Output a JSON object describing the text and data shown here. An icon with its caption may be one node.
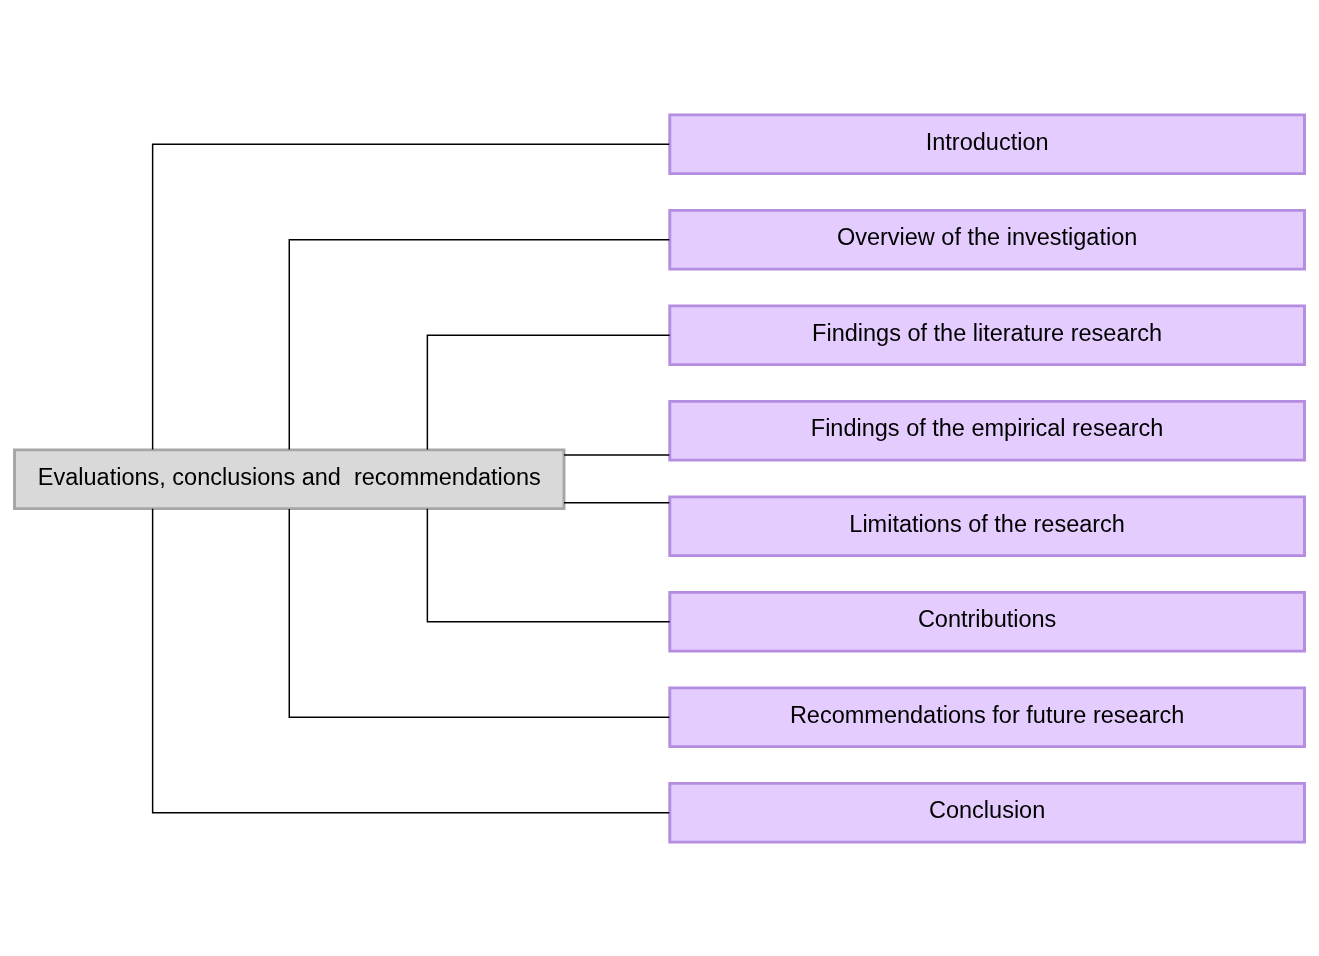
{
  "diagram": {
    "nodes": [
      {
        "text": [
          "Evaluations, conclusions and  recommendations"
        ]
      },
      {
        "text": [
          "Introduction"
        ]
      },
      {
        "text": [
          "Overview of the investigation"
        ]
      },
      {
        "text": [
          "Findings of the literature research"
        ]
      },
      {
        "text": [
          "Findings of the empirical research"
        ]
      },
      {
        "text": [
          "Limitations of the research"
        ]
      },
      {
        "text": [
          "Contributions"
        ]
      },
      {
        "text": [
          "Recommendations for future research"
        ]
      },
      {
        "text": [
          "Conclusion"
        ]
      }
    ],
    "edges": [
      {
        "from": 0,
        "to": 1,
        "arrow": "none"
      },
      {
        "from": 0,
        "to": 2,
        "arrow": "none"
      },
      {
        "from": 0,
        "to": 3,
        "arrow": "none"
      },
      {
        "from": 0,
        "to": 4,
        "arrow": "none"
      },
      {
        "from": 0,
        "to": 5,
        "arrow": "none"
      },
      {
        "from": 0,
        "to": 6,
        "arrow": "none"
      },
      {
        "from": 0,
        "to": 7,
        "arrow": "none"
      },
      {
        "from": 0,
        "to": 8,
        "arrow": "none"
      }
    ]
  }
}
